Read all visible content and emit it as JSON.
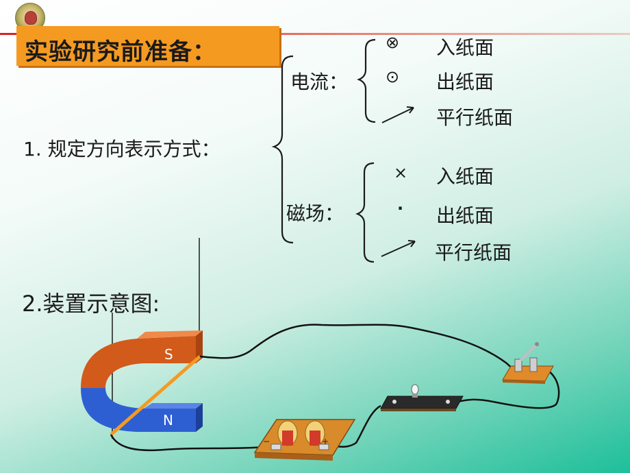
{
  "title": "实验研究前准备：",
  "section1": {
    "label": "1. 规定方向表示方式：",
    "current": {
      "label": "电流：",
      "items": [
        {
          "symbol": "⊗",
          "text": "入纸面"
        },
        {
          "symbol": "⊙",
          "text": "出纸面"
        },
        {
          "symbol": "arrow-icon",
          "text": "平行纸面"
        }
      ]
    },
    "magnetic": {
      "label": "磁场：",
      "items": [
        {
          "symbol": "×",
          "text": "入纸面"
        },
        {
          "symbol": "·",
          "text": "出纸面"
        },
        {
          "symbol": "arrow-icon",
          "text": "平行纸面"
        }
      ]
    }
  },
  "section2": {
    "label": "2.装置示意图:",
    "magnet": {
      "pole_s": "S",
      "pole_n": "N"
    },
    "battery": {
      "minus": "−",
      "plus": "+"
    }
  },
  "colors": {
    "title_bg": "#f59a21",
    "magnet_s": "#d25a1a",
    "magnet_n": "#2e5fd2",
    "wire": "#111111",
    "rod": "#f59a21"
  }
}
